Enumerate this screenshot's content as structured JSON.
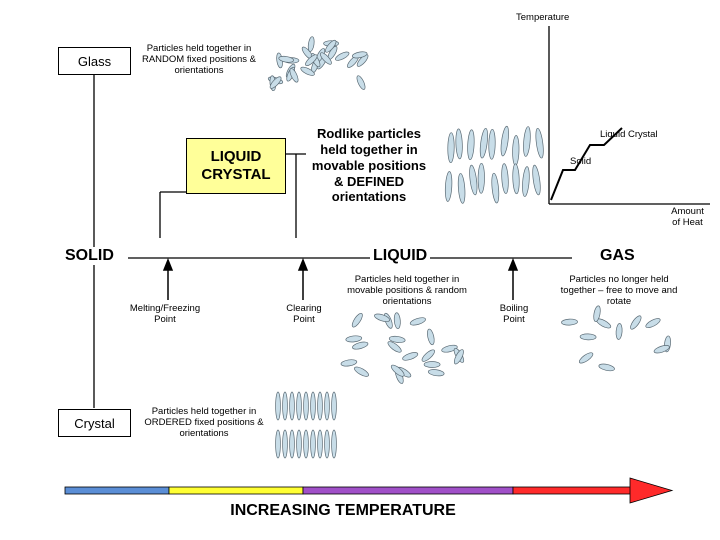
{
  "graph": {
    "temperature_axis": "Temperature",
    "heat_axis_line1": "Amount",
    "heat_axis_line2": "of Heat",
    "liquid_crystal_label": "Liquid Crystal",
    "solid_label": "Solid"
  },
  "glass": {
    "label": "Glass",
    "desc_line1": "Particles held together  in",
    "desc_line2": "RANDOM fixed positions &",
    "desc_line3": "orientations"
  },
  "liquid_crystal": {
    "label_line1": "LIQUID",
    "label_line2": "CRYSTAL",
    "box_fill": "#ffff99",
    "desc_line1": "Rodlike particles",
    "desc_line2": "held together in",
    "desc_line3": "movable positions",
    "desc_line4": "& DEFINED",
    "desc_line5": "orientations"
  },
  "phases": {
    "solid": "SOLID",
    "liquid": "LIQUID",
    "gas": "GAS"
  },
  "transitions": {
    "melting_line1": "Melting/Freezing",
    "melting_line2": "Point",
    "clearing_line1": "Clearing",
    "clearing_line2": "Point",
    "boiling_line1": "Boiling",
    "boiling_line2": "Point"
  },
  "liquid_desc": {
    "line1": "Particles held together in",
    "line2": "movable positions & random",
    "line3": "orientations"
  },
  "gas_desc": {
    "line1": "Particles no longer  held",
    "line2": "together – free to move and",
    "line3": "rotate"
  },
  "crystal": {
    "label": "Crystal",
    "desc_line1": "Particles held together  in",
    "desc_line2": "ORDERED fixed positions &",
    "desc_line3": "orientations"
  },
  "temperature_bar": {
    "title": "INCREASING TEMPERATURE",
    "colors": [
      "#5b8ed6",
      "#ffff33",
      "#a050c8",
      "#ff2a2a"
    ]
  },
  "colors": {
    "particle_fill": "#c8dde8",
    "particle_stroke": "#5a6a74"
  }
}
